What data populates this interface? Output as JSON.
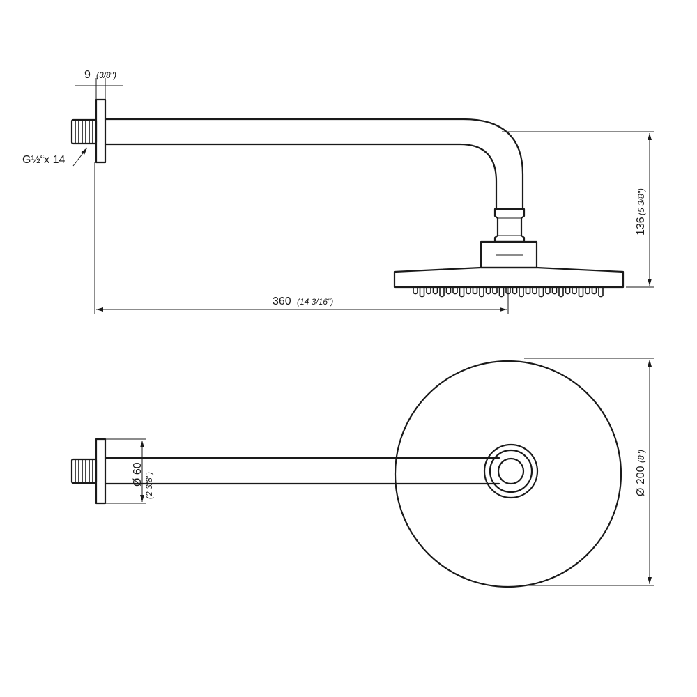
{
  "dimensions": {
    "flange_thickness": {
      "value": "9",
      "imperial": "(3/8\")"
    },
    "thread": {
      "label": "G½“x 14"
    },
    "arm_length": {
      "value": "360",
      "imperial": "(14 3/16\")"
    },
    "drop_height": {
      "value": "136",
      "imperial": "(5 3/8\")"
    },
    "flange_diameter": {
      "value": "Ø 60",
      "imperial": "(2 3/8\")"
    },
    "head_diameter": {
      "value": "Ø 200",
      "imperial": "(8\")"
    }
  },
  "colors": {
    "line": "#1a1a1a",
    "background": "#ffffff"
  }
}
